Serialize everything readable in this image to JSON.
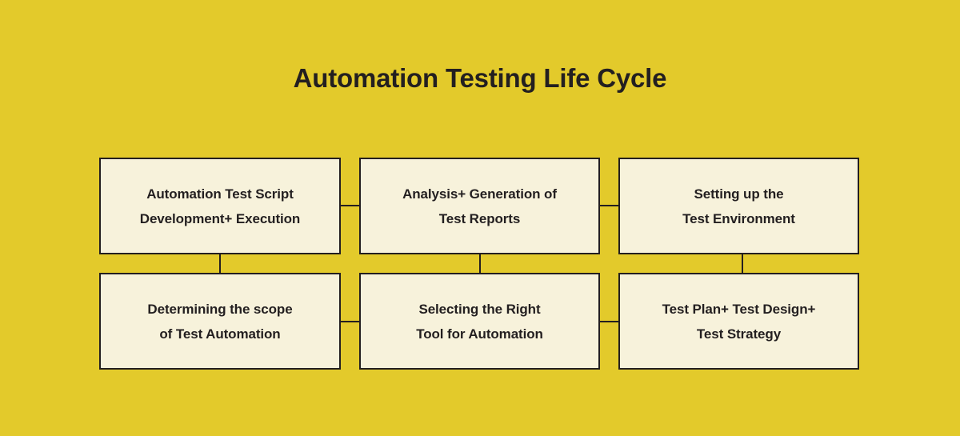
{
  "page": {
    "background_color": "#e3ca2b",
    "box_fill_color": "#f7f2db",
    "line_color": "#231f20",
    "text_color": "#231f20"
  },
  "title": "Automation Testing Life Cycle",
  "chart_data": {
    "type": "diagram",
    "title": "Automation Testing Life Cycle",
    "layout": "grid-2x3-serpentine",
    "nodes": [
      {
        "id": "node-1",
        "row": 1,
        "column": 1,
        "label": "Automation Test Script\nDevelopment+ Execution",
        "line1": "Automation Test Script",
        "line2": "Development+ Execution"
      },
      {
        "id": "node-2",
        "row": 1,
        "column": 2,
        "label": "Analysis+ Generation of\nTest Reports",
        "line1": "Analysis+ Generation of",
        "line2": "Test Reports"
      },
      {
        "id": "node-3",
        "row": 1,
        "column": 3,
        "label": "Setting up the\nTest Environment",
        "line1": "Setting up the",
        "line2": "Test Environment"
      },
      {
        "id": "node-4",
        "row": 2,
        "column": 1,
        "label": "Determining the scope\nof Test Automation",
        "line1": "Determining the scope",
        "line2": "of Test Automation"
      },
      {
        "id": "node-5",
        "row": 2,
        "column": 2,
        "label": "Selecting the Right\nTool for Automation",
        "line1": "Selecting the Right",
        "line2": "Tool for Automation"
      },
      {
        "id": "node-6",
        "row": 2,
        "column": 3,
        "label": "Test Plan+ Test Design+\nTest Strategy",
        "line1": "Test Plan+ Test Design+",
        "line2": "Test Strategy"
      }
    ],
    "connectors": [
      {
        "id": "conn-1",
        "from": "node-1",
        "to": "node-2",
        "orientation": "horizontal"
      },
      {
        "id": "conn-2",
        "from": "node-2",
        "to": "node-3",
        "orientation": "horizontal"
      },
      {
        "id": "conn-3",
        "from": "node-4",
        "to": "node-5",
        "orientation": "horizontal"
      },
      {
        "id": "conn-4",
        "from": "node-5",
        "to": "node-6",
        "orientation": "horizontal"
      },
      {
        "id": "conn-5",
        "from": "node-1",
        "to": "node-4",
        "orientation": "vertical"
      },
      {
        "id": "conn-6",
        "from": "node-2",
        "to": "node-5",
        "orientation": "vertical"
      },
      {
        "id": "conn-7",
        "from": "node-3",
        "to": "node-6",
        "orientation": "vertical"
      }
    ]
  }
}
